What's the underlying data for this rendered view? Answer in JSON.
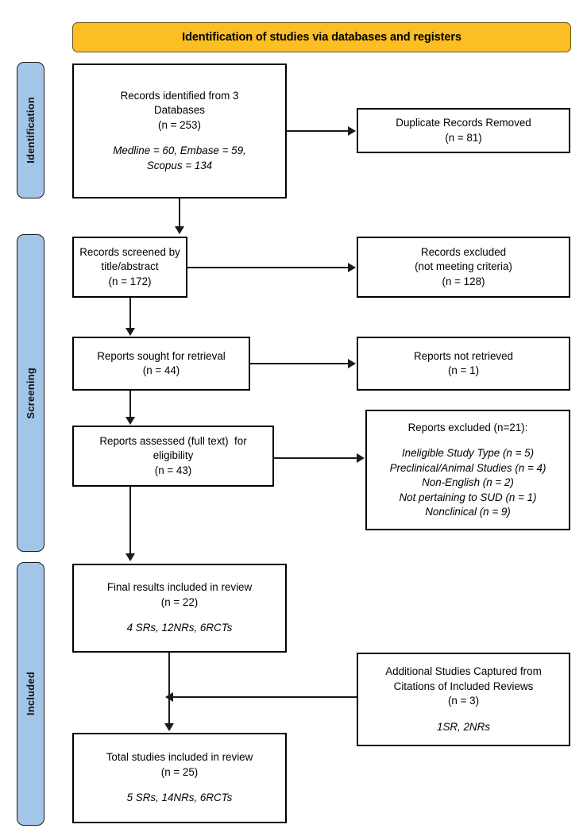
{
  "banner": {
    "title": "Identification of studies via databases and registers"
  },
  "stages": [
    {
      "id": "identification",
      "label": "Identification"
    },
    {
      "id": "screening",
      "label": "Screening"
    },
    {
      "id": "included",
      "label": "Included"
    }
  ],
  "boxes": {
    "records_identified": {
      "lines": [
        "Records identified from 3",
        "Databases",
        "(n = 253)"
      ],
      "italic_lines": [
        "Medline = 60, Embase = 59,",
        "Scopus = 134"
      ]
    },
    "duplicates_removed": {
      "lines": [
        "Duplicate Records Removed",
        "(n = 81)"
      ],
      "italic_lines": []
    },
    "records_screened": {
      "lines": [
        "Records screened by",
        "title/abstract",
        "(n = 172)"
      ],
      "italic_lines": []
    },
    "records_excluded": {
      "lines": [
        "Records excluded",
        "(not meeting criteria)",
        "(n = 128)"
      ],
      "italic_lines": []
    },
    "reports_sought": {
      "lines": [
        "Reports sought for retrieval",
        "(n = 44)"
      ],
      "italic_lines": []
    },
    "reports_not_retrieved": {
      "lines": [
        "Reports not retrieved",
        "(n = 1)"
      ],
      "italic_lines": []
    },
    "reports_assessed": {
      "lines": [
        "Reports assessed (full text)  for",
        "eligibility",
        "(n = 43)"
      ],
      "italic_lines": []
    },
    "reports_excluded": {
      "lines": [
        "Reports excluded (n=21):"
      ],
      "italic_lines": [
        "Ineligible Study Type (n = 5)",
        "Preclinical/Animal Studies (n = 4)",
        "Non-English (n = 2)",
        "Not pertaining to SUD (n = 1)",
        "Nonclinical (n = 9)"
      ]
    },
    "final_results": {
      "lines": [
        "Final results included in review",
        "(n = 22)"
      ],
      "italic_lines": [
        "4 SRs, 12NRs, 6RCTs"
      ]
    },
    "additional_studies": {
      "lines": [
        "Additional Studies Captured from",
        "Citations of Included Reviews",
        "(n = 3)"
      ],
      "italic_lines": [
        "1SR, 2NRs"
      ]
    },
    "total_studies": {
      "lines": [
        "Total studies included in review",
        "(n = 25)"
      ],
      "italic_lines": [
        "5 SRs, 14NRs, 6RCTs"
      ]
    }
  },
  "colors": {
    "banner_fill": "#FBBE23",
    "stage_fill": "#A3C5E8",
    "box_border": "#000000",
    "connector": "#1a1a1a",
    "background": "#FFFFFF"
  }
}
